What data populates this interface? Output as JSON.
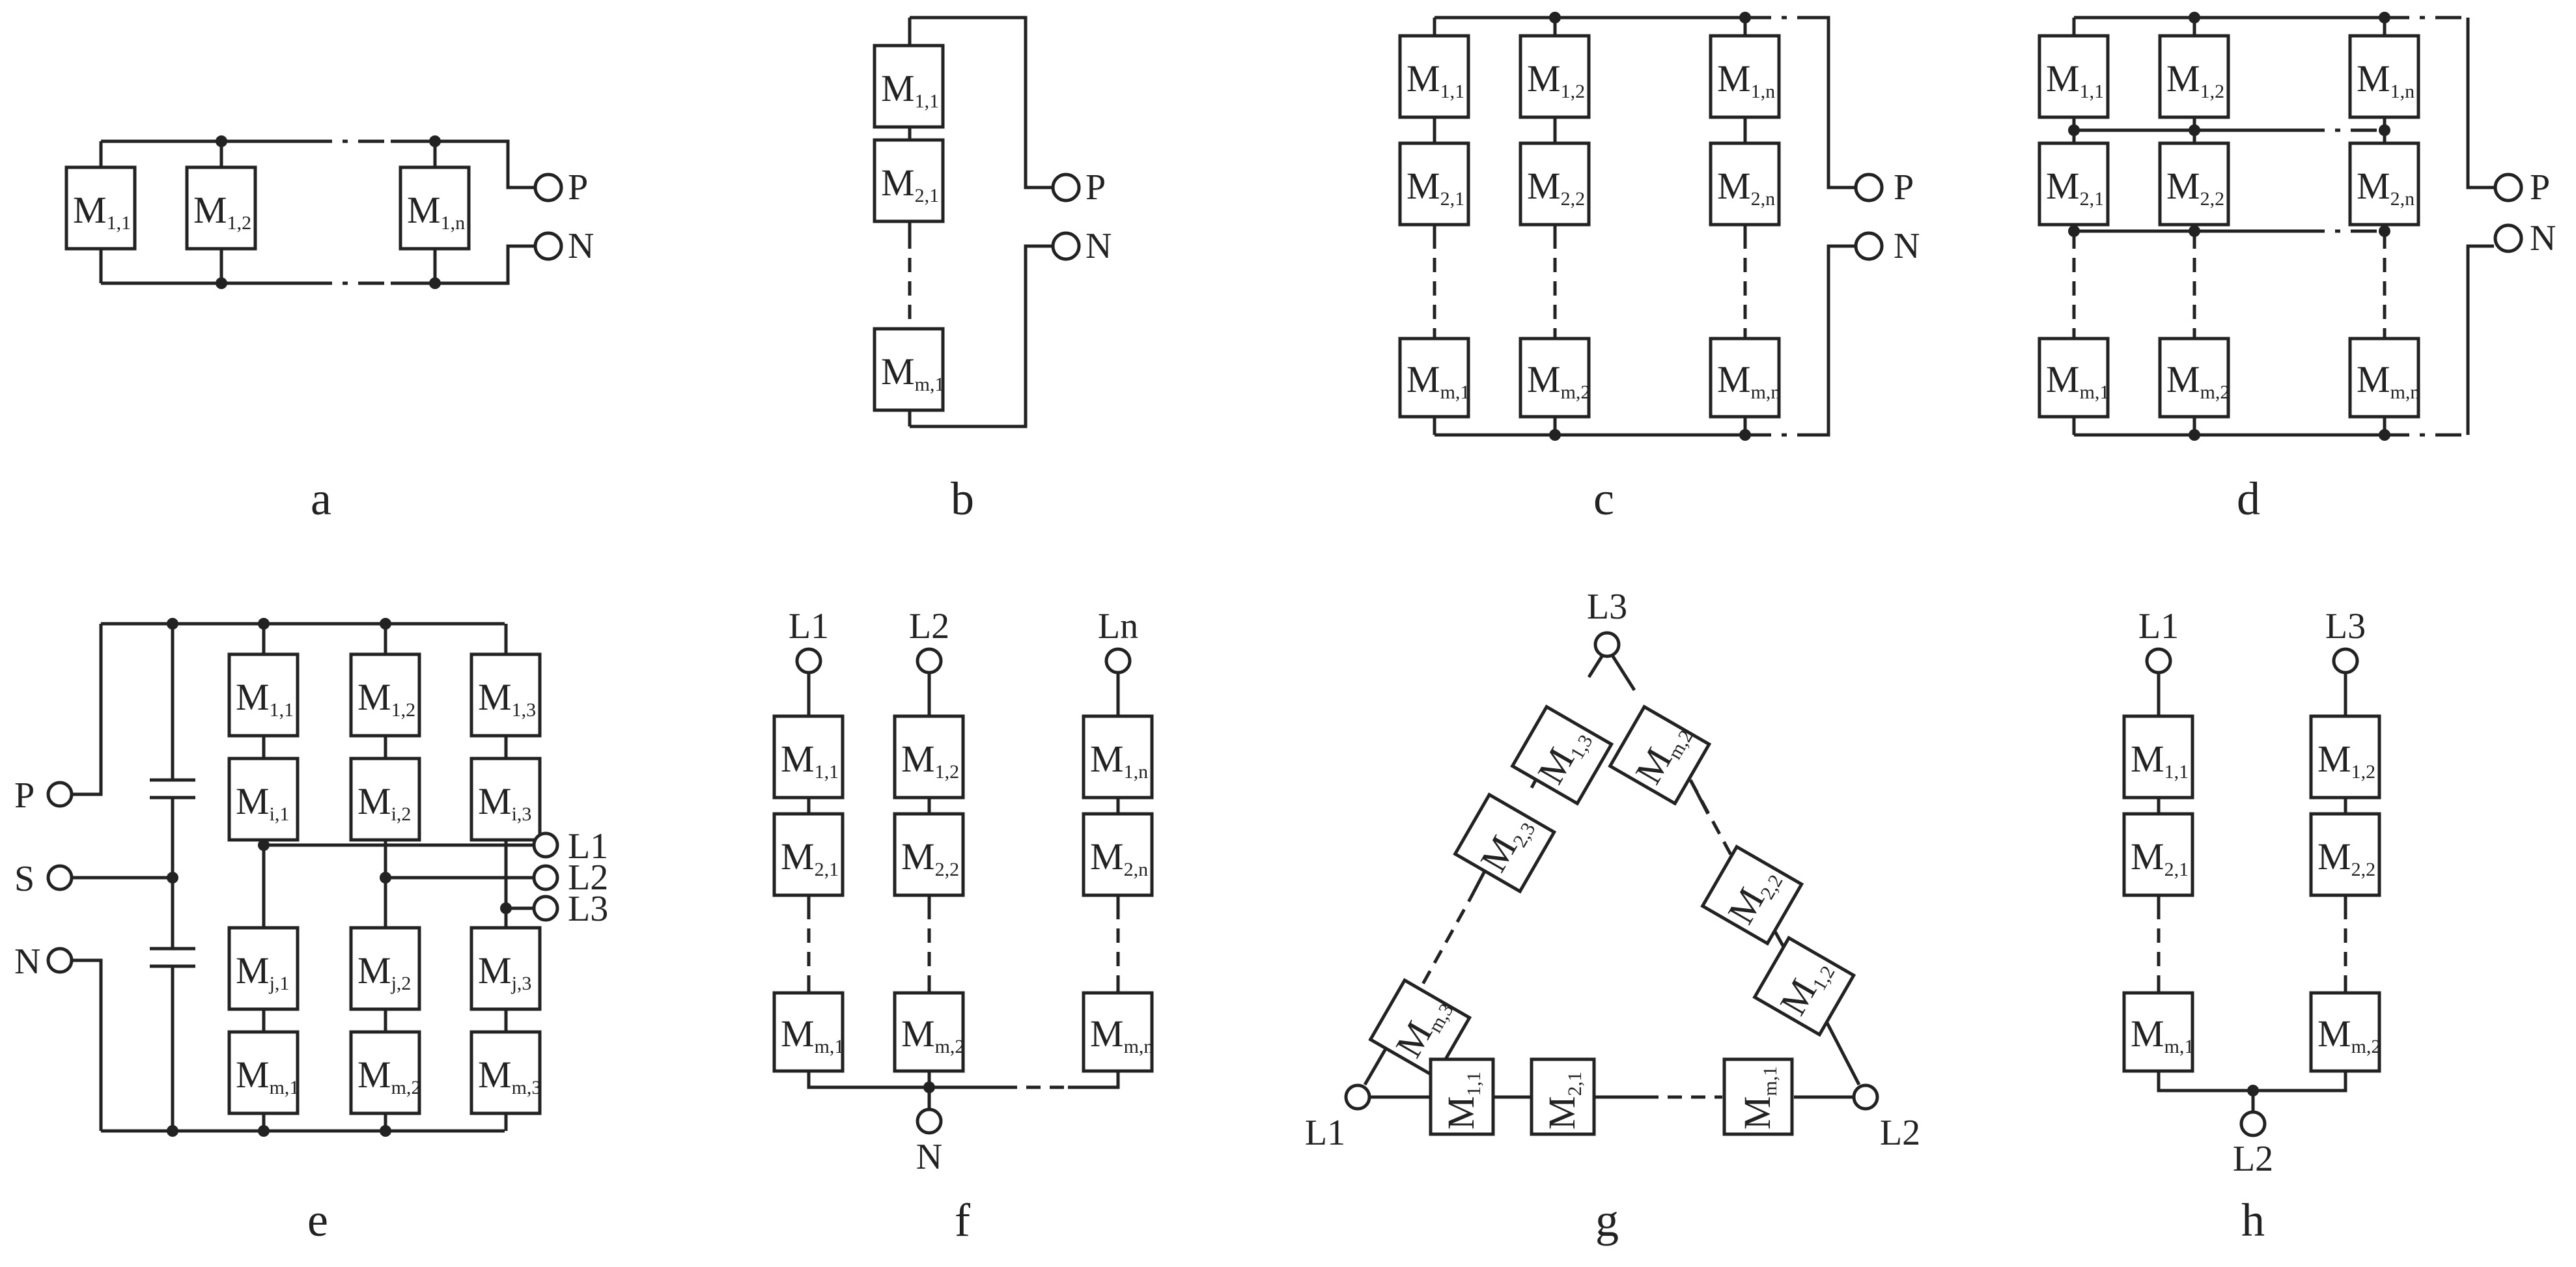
{
  "module_letter": "M",
  "panels": [
    {
      "id": "a",
      "caption": "a",
      "modules": [
        "1,1",
        "1,2",
        "1,n"
      ],
      "terminals": [
        "P",
        "N"
      ]
    },
    {
      "id": "b",
      "caption": "b",
      "modules": [
        "1,1",
        "2,1",
        "m,1"
      ],
      "terminals": [
        "P",
        "N"
      ]
    },
    {
      "id": "c",
      "caption": "c",
      "modules": [
        "1,1",
        "1,2",
        "1,n",
        "2,1",
        "2,2",
        "2,n",
        "m,1",
        "m,2",
        "m,n"
      ],
      "terminals": [
        "P",
        "N"
      ]
    },
    {
      "id": "d",
      "caption": "d",
      "modules": [
        "1,1",
        "1,2",
        "1,n",
        "2,1",
        "2,2",
        "2,n",
        "m,1",
        "m,2",
        "m,n"
      ],
      "terminals": [
        "P",
        "N"
      ]
    },
    {
      "id": "e",
      "caption": "e",
      "modules": [
        "1,1",
        "1,2",
        "1,3",
        "i,1",
        "i,2",
        "i,3",
        "j,1",
        "j,2",
        "j,3",
        "m,1",
        "m,2",
        "m,3"
      ],
      "terminals": [
        "P",
        "S",
        "N",
        "L1",
        "L2",
        "L3"
      ]
    },
    {
      "id": "f",
      "caption": "f",
      "modules": [
        "1,1",
        "1,2",
        "1,n",
        "2,1",
        "2,2",
        "2,n",
        "m,1",
        "m,2",
        "m,n"
      ],
      "terminals": [
        "L1",
        "L2",
        "Ln",
        "N"
      ]
    },
    {
      "id": "g",
      "caption": "g",
      "modules": [
        "1,3",
        "2,3",
        "m,3",
        "m,2",
        "2,2",
        "1,2",
        "1,1",
        "2,1",
        "m,1"
      ],
      "terminals": [
        "L3",
        "L1",
        "L2"
      ]
    },
    {
      "id": "h",
      "caption": "h",
      "modules": [
        "1,1",
        "1,2",
        "2,1",
        "2,2",
        "m,1",
        "m,2"
      ],
      "terminals": [
        "L1",
        "L3",
        "L2"
      ]
    }
  ]
}
